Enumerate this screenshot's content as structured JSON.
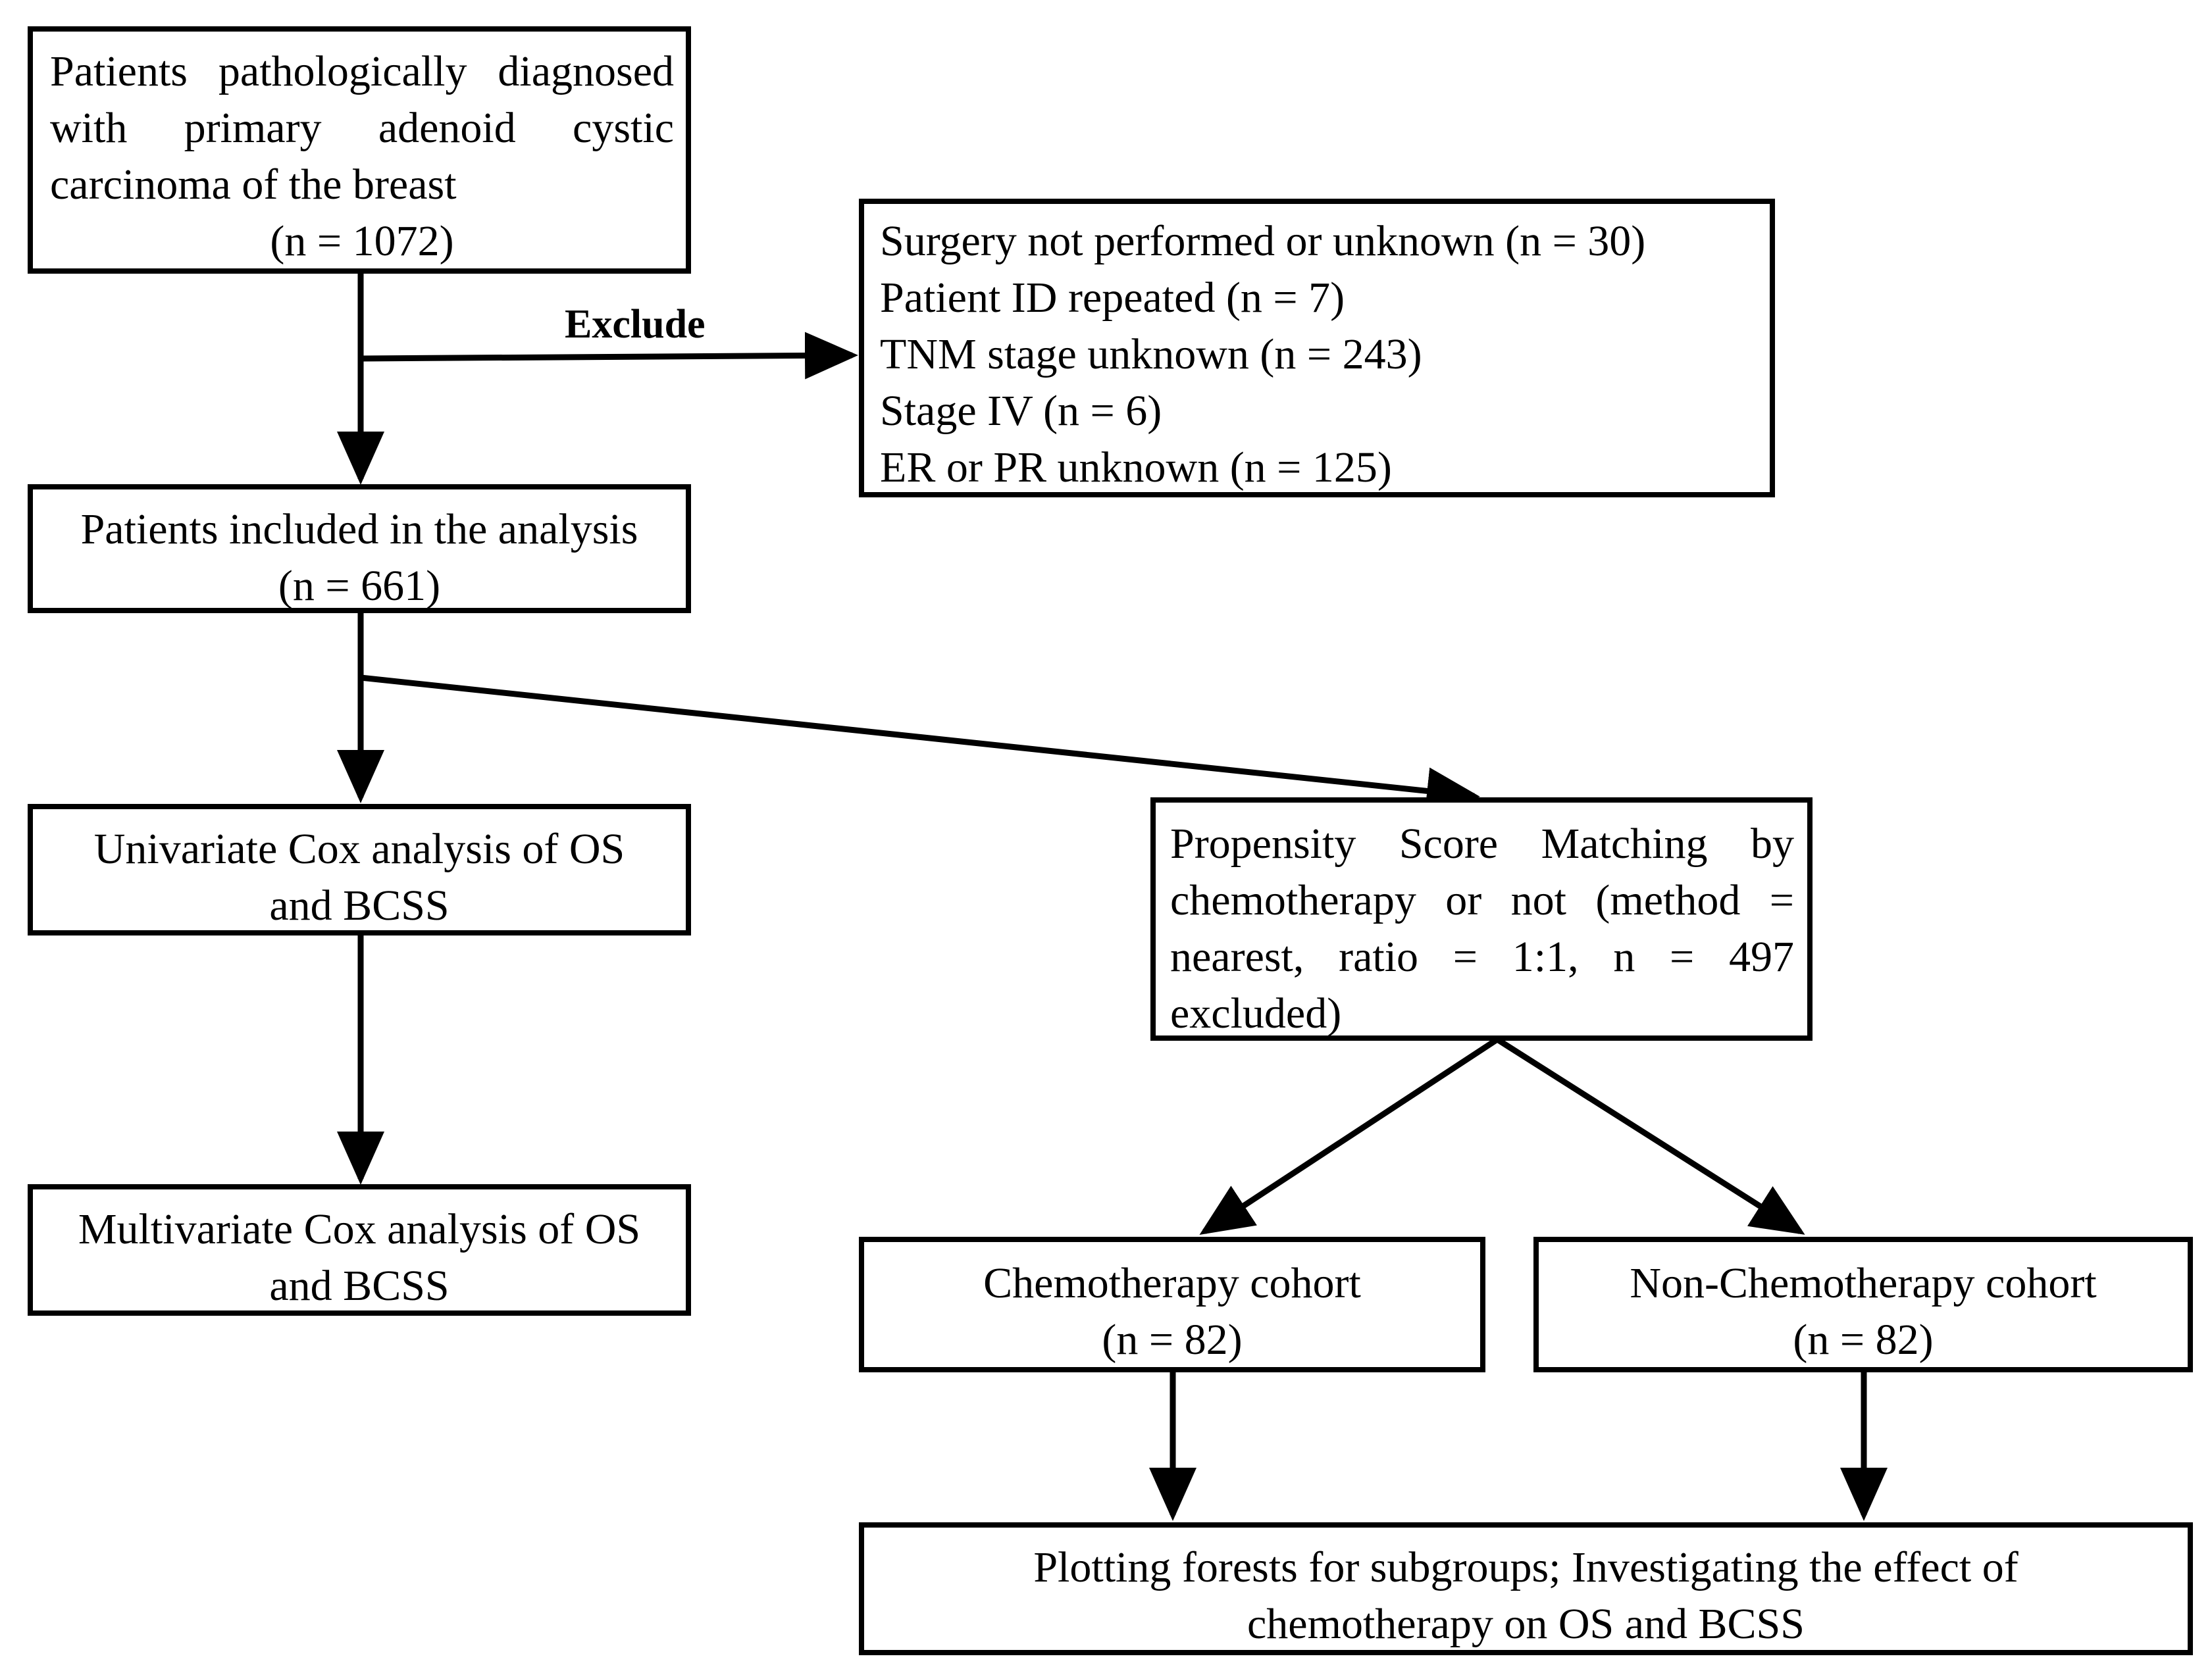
{
  "boxes": {
    "diagnosed": {
      "lines": [
        "Patients pathologically diagnosed",
        "with primary adenoid cystic",
        "carcinoma of the breast"
      ],
      "count": "(n = 1072)"
    },
    "excluded": {
      "lines": [
        "Surgery not performed or unknown (n = 30)",
        "Patient ID repeated (n = 7)",
        "TNM stage unknown (n = 243)",
        "Stage IV (n = 6)",
        "ER or PR unknown (n = 125)"
      ]
    },
    "included": {
      "lines": [
        "Patients included in the analysis",
        "(n = 661)"
      ]
    },
    "univariate": {
      "lines": [
        "Univariate Cox analysis of OS",
        "and BCSS"
      ]
    },
    "psm": {
      "lines": [
        "Propensity Score Matching by",
        "chemotherapy or not (method =",
        "nearest, ratio = 1:1, n = 497",
        "excluded)"
      ]
    },
    "multivariate": {
      "lines": [
        "Multivariate Cox analysis of OS",
        "and BCSS"
      ]
    },
    "chemo": {
      "lines": [
        "Chemotherapy cohort",
        "(n = 82)"
      ]
    },
    "nonchemo": {
      "lines": [
        "Non-Chemotherapy cohort",
        "(n = 82)"
      ]
    },
    "forest": {
      "lines": [
        "Plotting forests for subgroups; Investigating the effect of",
        "chemotherapy on OS and BCSS"
      ]
    }
  },
  "labels": {
    "exclude": "Exclude"
  }
}
